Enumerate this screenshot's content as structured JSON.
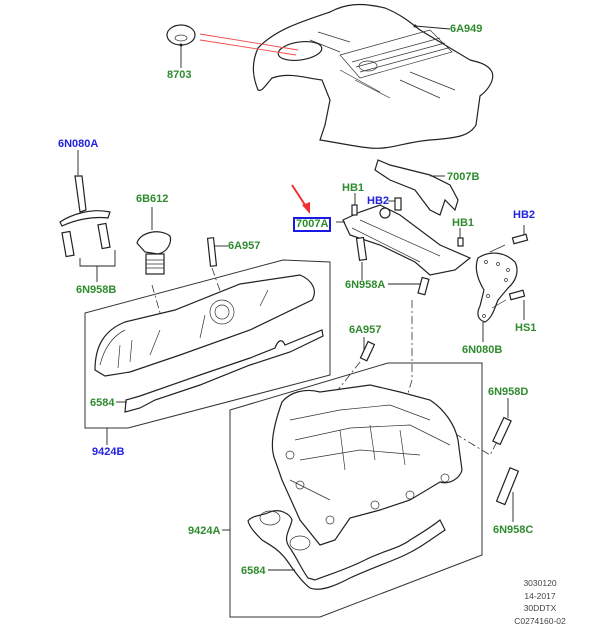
{
  "diagram": {
    "title": "Engine cover / cylinder head cover exploded parts diagram",
    "callouts": [
      {
        "id": "8703",
        "text": "8703",
        "color": "#2e8b2e"
      },
      {
        "id": "6A949",
        "text": "6A949",
        "color": "#2e8b2e"
      },
      {
        "id": "6N080A",
        "text": "6N080A",
        "color": "#2222e0"
      },
      {
        "id": "6B612",
        "text": "6B612",
        "color": "#2e8b2e"
      },
      {
        "id": "6A957-top",
        "text": "6A957",
        "color": "#2e8b2e"
      },
      {
        "id": "6N958B",
        "text": "6N958B",
        "color": "#2e8b2e"
      },
      {
        "id": "HB1-left",
        "text": "HB1",
        "color": "#2e8b2e"
      },
      {
        "id": "HB2-mid",
        "text": "HB2",
        "color": "#2222e0"
      },
      {
        "id": "7007B",
        "text": "7007B",
        "color": "#2e8b2e"
      },
      {
        "id": "7007A",
        "text": "7007A",
        "color": "#2e8b2e",
        "highlighted": true
      },
      {
        "id": "HB1-right",
        "text": "HB1",
        "color": "#2e8b2e"
      },
      {
        "id": "HB2-right",
        "text": "HB2",
        "color": "#2222e0"
      },
      {
        "id": "6N958A",
        "text": "6N958A",
        "color": "#2e8b2e"
      },
      {
        "id": "HS1",
        "text": "HS1",
        "color": "#2e8b2e"
      },
      {
        "id": "6N080B",
        "text": "6N080B",
        "color": "#2e8b2e"
      },
      {
        "id": "6A957-bottom",
        "text": "6A957",
        "color": "#2e8b2e"
      },
      {
        "id": "6584-upper",
        "text": "6584",
        "color": "#2e8b2e"
      },
      {
        "id": "9424B",
        "text": "9424B",
        "color": "#2222e0"
      },
      {
        "id": "6N958D",
        "text": "6N958D",
        "color": "#2e8b2e"
      },
      {
        "id": "9424A",
        "text": "9424A",
        "color": "#2e8b2e"
      },
      {
        "id": "6584-lower",
        "text": "6584",
        "color": "#2e8b2e"
      },
      {
        "id": "6N958C",
        "text": "6N958C",
        "color": "#2e8b2e"
      }
    ],
    "highlight_color": "#1a1ae6",
    "pointer_arrow_color": "#f03030",
    "footer": [
      "3030120",
      "14-2017",
      "30DDTX",
      "C0274160-02"
    ]
  }
}
